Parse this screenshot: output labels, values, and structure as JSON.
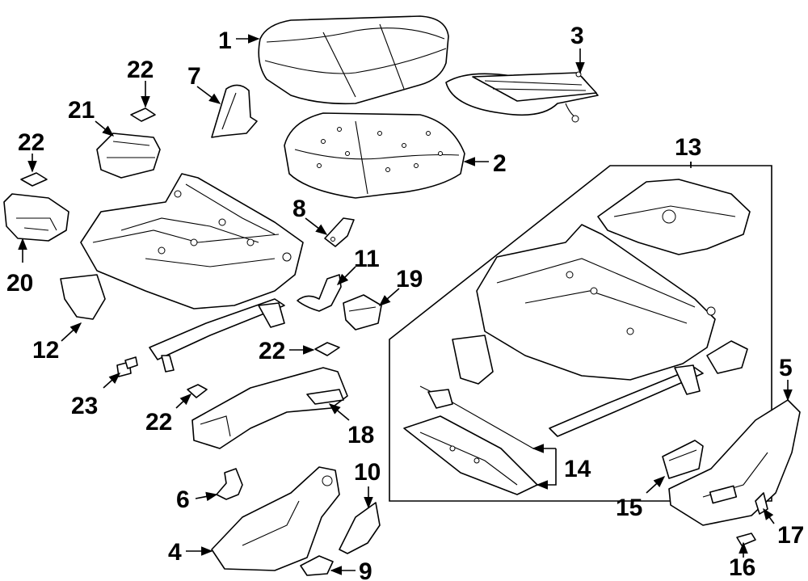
{
  "diagram": {
    "type": "exploded parts diagram",
    "callouts": [
      {
        "id": "c1",
        "label": "1"
      },
      {
        "id": "c2",
        "label": "2"
      },
      {
        "id": "c3",
        "label": "3"
      },
      {
        "id": "c4",
        "label": "4"
      },
      {
        "id": "c5",
        "label": "5"
      },
      {
        "id": "c6",
        "label": "6"
      },
      {
        "id": "c7",
        "label": "7"
      },
      {
        "id": "c8",
        "label": "8"
      },
      {
        "id": "c9",
        "label": "9"
      },
      {
        "id": "c10",
        "label": "10"
      },
      {
        "id": "c11",
        "label": "11"
      },
      {
        "id": "c12",
        "label": "12"
      },
      {
        "id": "c13",
        "label": "13"
      },
      {
        "id": "c14",
        "label": "14"
      },
      {
        "id": "c15",
        "label": "15"
      },
      {
        "id": "c16",
        "label": "16"
      },
      {
        "id": "c17",
        "label": "17"
      },
      {
        "id": "c18",
        "label": "18"
      },
      {
        "id": "c19",
        "label": "19"
      },
      {
        "id": "c20",
        "label": "20"
      },
      {
        "id": "c21",
        "label": "21"
      },
      {
        "id": "c22a",
        "label": "22"
      },
      {
        "id": "c22b",
        "label": "22"
      },
      {
        "id": "c22c",
        "label": "22"
      },
      {
        "id": "c22d",
        "label": "22"
      },
      {
        "id": "c23",
        "label": "23"
      }
    ]
  }
}
